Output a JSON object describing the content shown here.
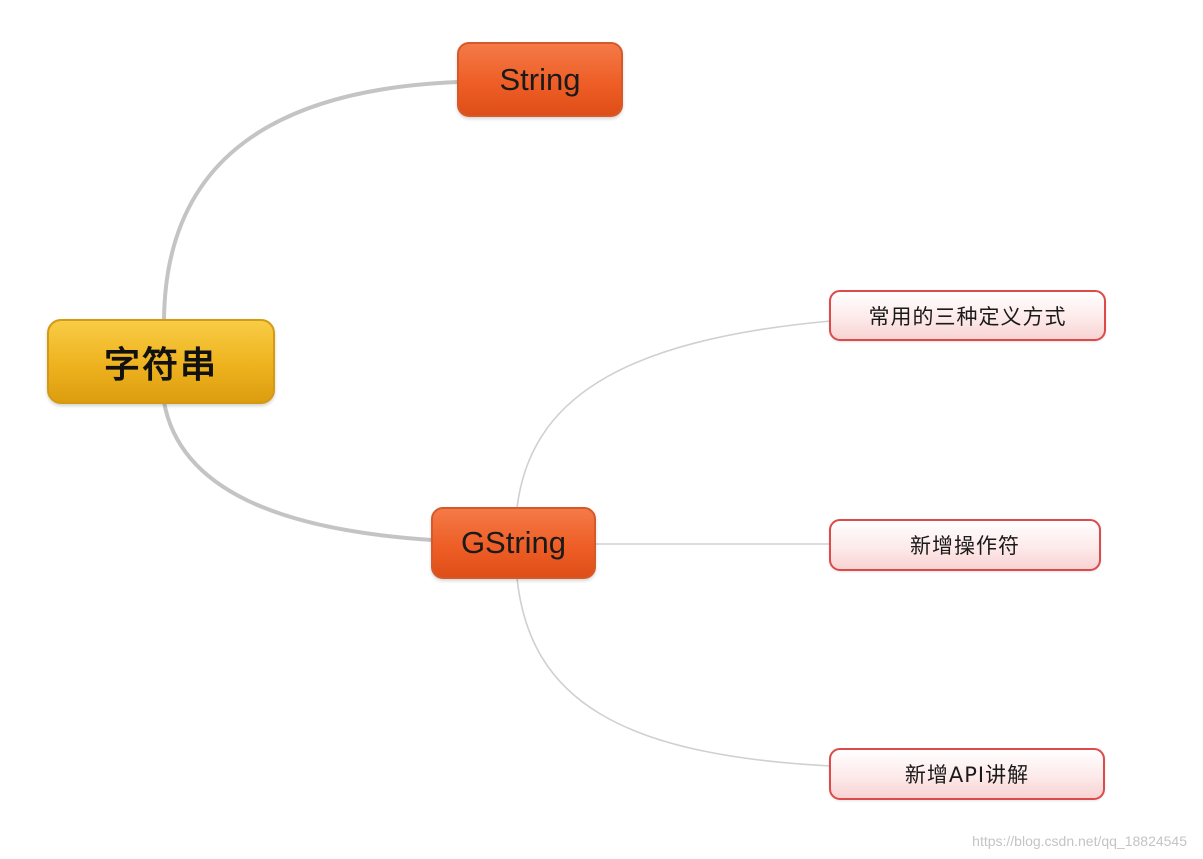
{
  "mindmap": {
    "root": {
      "label": "字符串"
    },
    "branches": [
      {
        "label": "String"
      },
      {
        "label": "GString",
        "children": [
          {
            "label": "常用的三种定义方式"
          },
          {
            "label": "新增操作符"
          },
          {
            "label": "新增API讲解"
          }
        ]
      }
    ]
  },
  "watermark": "https://blog.csdn.net/qq_18824545",
  "colors": {
    "root_fill": "#eeb21e",
    "branch_fill": "#ee5e26",
    "leaf_border": "#dc4a4a",
    "leaf_fill": "#fdeaea",
    "thick_connector": "#c4c4c4",
    "thin_connector": "#d0d0d0"
  }
}
